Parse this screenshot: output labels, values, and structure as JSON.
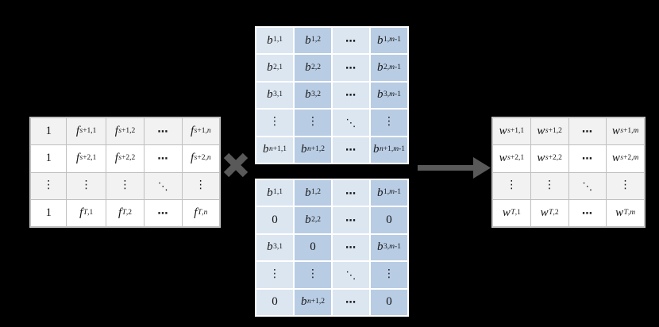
{
  "colors": {
    "background": "#000000",
    "gray_band": "#f2f2f2",
    "gray_base": "#ffffff",
    "gray_border": "#bfbfbf",
    "blue_col_light": "#dce6f1",
    "blue_col_dark": "#b8cce4",
    "blue_border": "#ffffff",
    "operator": "#595959",
    "text": "#161616"
  },
  "operators": {
    "multiply": "×",
    "arrow": "→"
  },
  "matrices": {
    "left": {
      "description": "feature matrix with bias column",
      "rows": [
        [
          "1",
          "f_{s+1,1}",
          "f_{s+1,2}",
          "⋯",
          "f_{s+1,n}"
        ],
        [
          "1",
          "f_{s+2,1}",
          "f_{s+2,2}",
          "⋯",
          "f_{s+2,n}"
        ],
        [
          "⋮",
          "⋮",
          "⋮",
          "⋱",
          "⋮"
        ],
        [
          "1",
          "f_{T,1}",
          "f_{T,2}",
          "⋯",
          "f_{T,n}"
        ]
      ]
    },
    "middle_top": {
      "description": "full coefficient matrix",
      "rows": [
        [
          "b_{1,1}",
          "b_{1,2}",
          "⋯",
          "b_{1,m-1}"
        ],
        [
          "b_{2,1}",
          "b_{2,2}",
          "⋯",
          "b_{2,m-1}"
        ],
        [
          "b_{3,1}",
          "b_{3,2}",
          "⋯",
          "b_{3,m-1}"
        ],
        [
          "⋮",
          "⋮",
          "⋱",
          "⋮"
        ],
        [
          "b_{n+1,1}",
          "b_{n+1,2}",
          "⋯",
          "b_{n+1,m-1}"
        ]
      ]
    },
    "middle_bottom": {
      "description": "sparse coefficient matrix with zeros",
      "rows": [
        [
          "b_{1,1}",
          "b_{1,2}",
          "⋯",
          "b_{1,m-1}"
        ],
        [
          "0",
          "b_{2,2}",
          "⋯",
          "0"
        ],
        [
          "b_{3,1}",
          "0",
          "⋯",
          "b_{3,m-1}"
        ],
        [
          "⋮",
          "⋮",
          "⋱",
          "⋮"
        ],
        [
          "0",
          "b_{n+1,2}",
          "⋯",
          "0"
        ]
      ]
    },
    "right": {
      "description": "output weight matrix",
      "rows": [
        [
          "w_{s+1,1}",
          "w_{s+1,2}",
          "⋯",
          "w_{s+1,m}"
        ],
        [
          "w_{s+2,1}",
          "w_{s+2,2}",
          "⋯",
          "w_{s+2,m}"
        ],
        [
          "⋮",
          "⋮",
          "⋱",
          "⋮"
        ],
        [
          "w_{T,1}",
          "w_{T,2}",
          "⋯",
          "w_{T,m}"
        ]
      ]
    }
  }
}
